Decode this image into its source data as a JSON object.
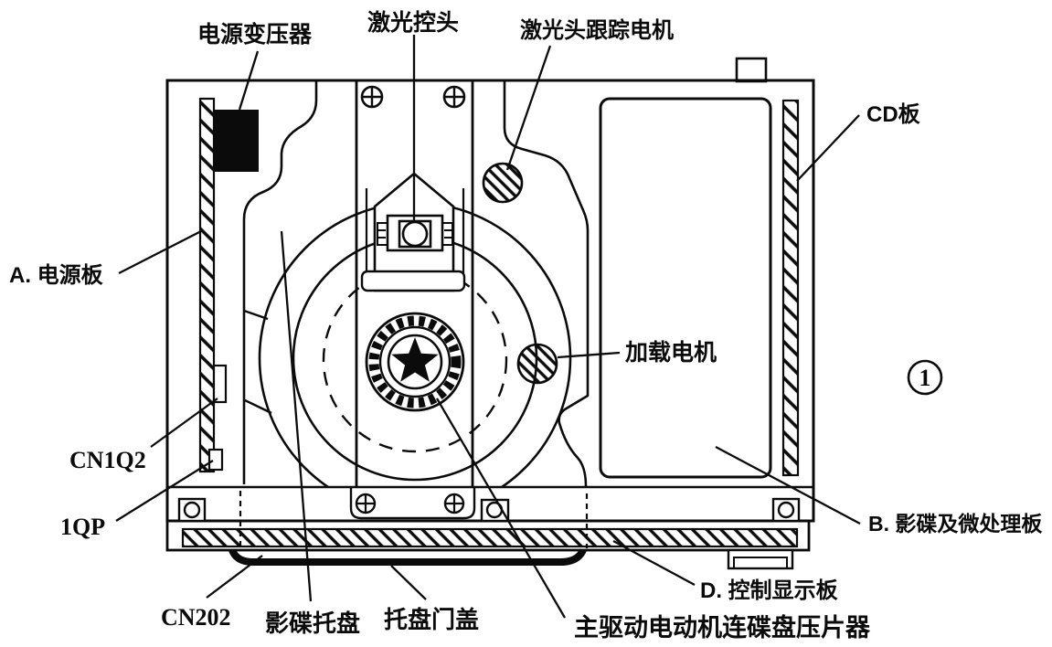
{
  "figure": {
    "number_badge": "1",
    "ink_color": "#0b0b0b",
    "background_color": "#ffffff",
    "labels": {
      "power_transformer": "电源变压器",
      "laser_head": "激光控头",
      "laser_tracking_motor": "激光头跟踪电机",
      "cd_board": "CD板",
      "power_board": "A. 电源板",
      "loading_motor": "加载电机",
      "connector_cn1q2": "CN1Q2",
      "connector_1qp": "1QP",
      "disc_and_micro_board": "B. 影碟及微处理板",
      "control_display_board": "D. 控制显示板",
      "connector_cn202": "CN202",
      "disc_tray": "影碟托盘",
      "tray_door_cover": "托盘门盖",
      "main_drive_motor_clamper": "主驱动电动机连碟盘压片器"
    }
  }
}
